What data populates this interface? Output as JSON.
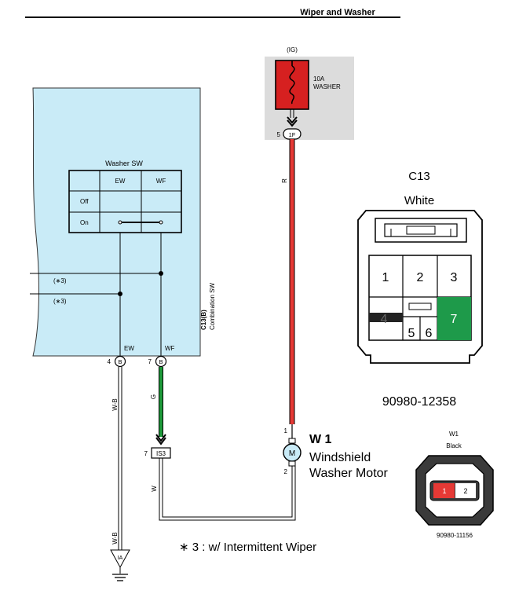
{
  "header": {
    "title": "Wiper and Washer"
  },
  "fuse": {
    "label": "(IG)",
    "rating": "10A",
    "name": "WASHER",
    "pin": "5",
    "connector": "1F"
  },
  "wires": {
    "red": "R",
    "green": "G",
    "wb": "W-B",
    "white": "W"
  },
  "combination_switch": {
    "block_title": "Washer SW",
    "col_ew": "EW",
    "col_wf": "WF",
    "row_off": "Off",
    "row_on": "On",
    "note_1": "(∗3)",
    "note_2": "(∗3)",
    "term_ew": "EW",
    "term_wf": "WF",
    "id": "C13(B)",
    "name": "Combination SW",
    "pin_ew": "4",
    "pin_wf": "7",
    "conn": "B"
  },
  "is3": {
    "pin": "7",
    "label": "IS3"
  },
  "ground": {
    "label": "IA"
  },
  "motor": {
    "symbol": "M",
    "pin_top": "1",
    "pin_bottom": "2",
    "id": "W 1",
    "name_line1": "Windshield",
    "name_line2": "Washer Motor"
  },
  "connector_c13": {
    "id": "C13",
    "color": "White",
    "pins": [
      "1",
      "2",
      "3",
      "4",
      "5",
      "6",
      "7"
    ],
    "part_number": "90980-12358"
  },
  "connector_w1": {
    "id": "W1",
    "color": "Black",
    "pins": [
      "1",
      "2"
    ],
    "part_number": "90980-11156"
  },
  "footnote": "∗ 3 : w/ Intermittent Wiper",
  "colors": {
    "red_wire": "#e53935",
    "green_wire": "#1e9a3a",
    "switch_bg": "#c9ebf7",
    "fuse_red": "#d62020",
    "pin7_green": "#1e9a4a"
  }
}
